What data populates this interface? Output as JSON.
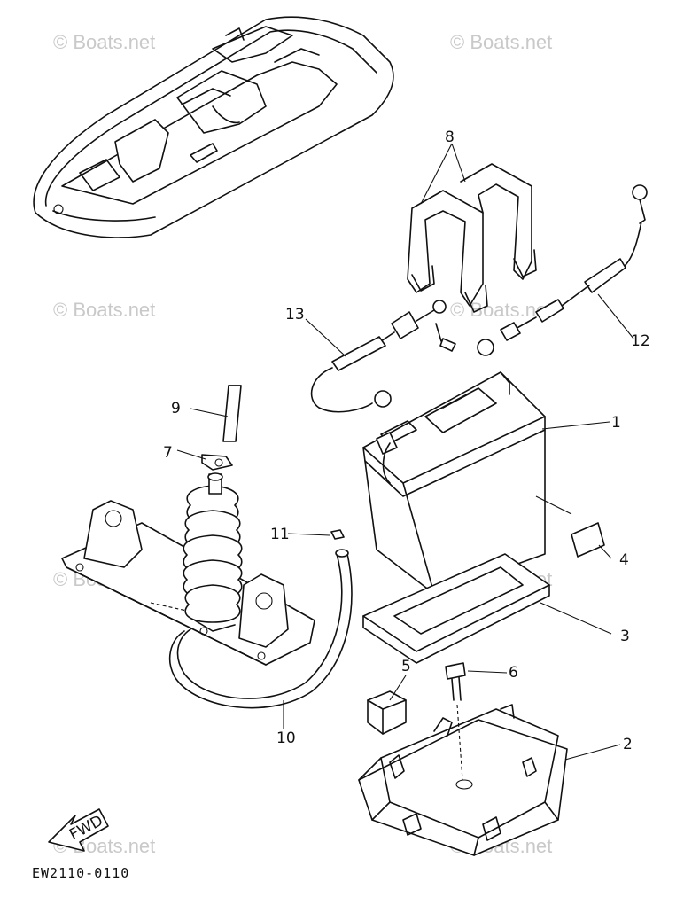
{
  "watermarks": [
    "© Boats.net",
    "© Boats.net",
    "© Boats.net",
    "© Boats.net",
    "© Boats.net",
    "© Boats.net",
    "© Boats.net",
    "© Boats.net"
  ],
  "callouts": {
    "c1": "1",
    "c2": "2",
    "c3": "3",
    "c4": "4",
    "c5": "5",
    "c6": "6",
    "c7": "7",
    "c8": "8",
    "c9": "9",
    "c10": "10",
    "c11": "11",
    "c12": "12",
    "c13": "13"
  },
  "fwd_label": "FWD",
  "diagram_code": "EW2110-0110"
}
